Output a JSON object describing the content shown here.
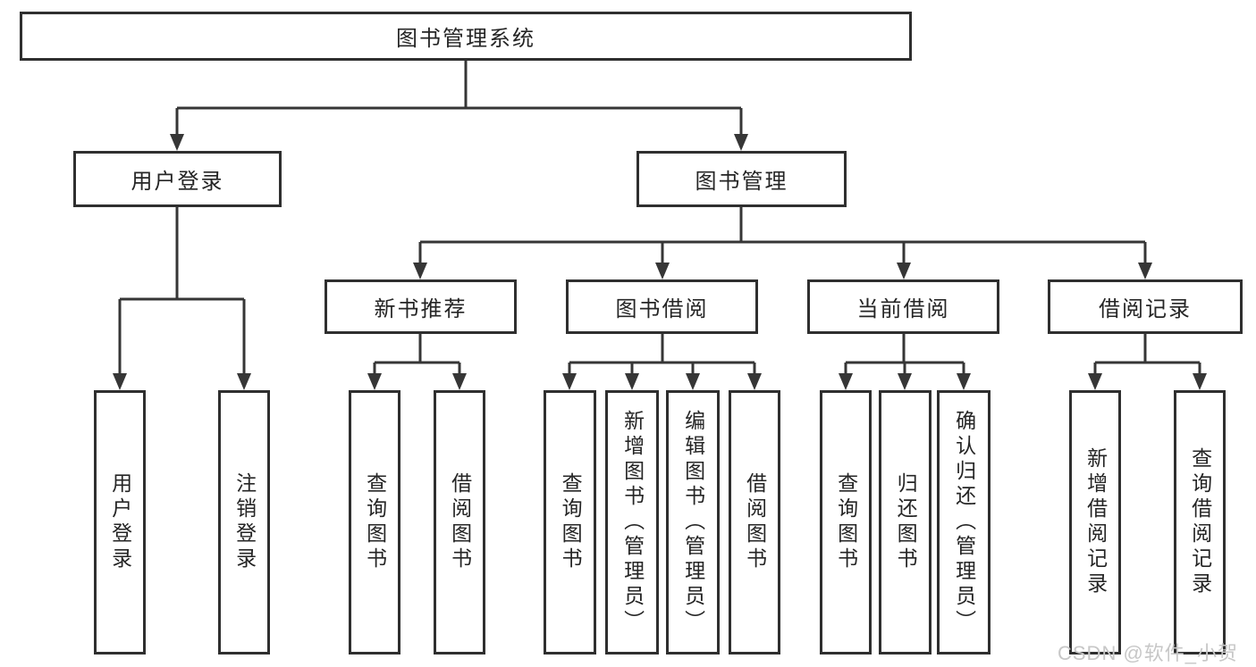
{
  "tree": {
    "label": "图书管理系统",
    "children": [
      {
        "label": "用户登录",
        "children": [
          {
            "label": "用户登录"
          },
          {
            "label": "注销登录"
          }
        ]
      },
      {
        "label": "图书管理",
        "children": [
          {
            "label": "新书推荐",
            "children": [
              {
                "label": "查询图书"
              },
              {
                "label": "借阅图书"
              }
            ]
          },
          {
            "label": "图书借阅",
            "children": [
              {
                "label": "查询图书"
              },
              {
                "label": "新增图书（管理员）"
              },
              {
                "label": "编辑图书（管理员）"
              },
              {
                "label": "借阅图书"
              }
            ]
          },
          {
            "label": "当前借阅",
            "children": [
              {
                "label": "查询图书"
              },
              {
                "label": "归还图书"
              },
              {
                "label": "确认归还（管理员）"
              }
            ]
          },
          {
            "label": "借阅记录",
            "children": [
              {
                "label": "新增借阅记录"
              },
              {
                "label": "查询借阅记录"
              }
            ]
          }
        ]
      }
    ]
  },
  "watermark": {
    "text": "CSDN @软件_小贺同学"
  },
  "colors": {
    "line": "#363636",
    "border": "#2f2f2f",
    "text": "#252525",
    "watermark": "#c7c7c7"
  }
}
